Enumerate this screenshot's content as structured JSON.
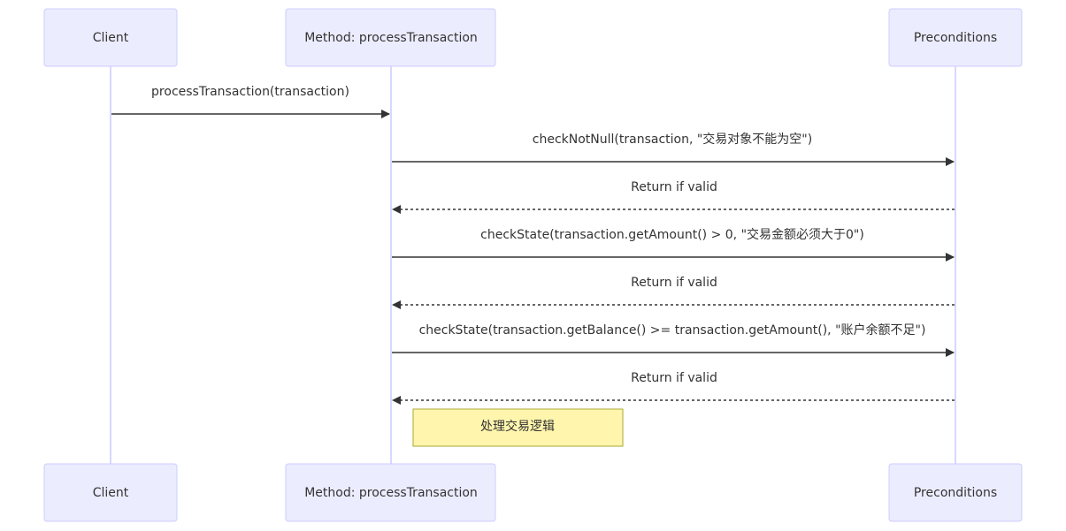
{
  "participants": [
    {
      "id": "client",
      "label": "Client"
    },
    {
      "id": "method",
      "label": "Method: processTransaction"
    },
    {
      "id": "preconditions",
      "label": "Preconditions"
    }
  ],
  "messages": [
    {
      "from": "client",
      "to": "method",
      "label": "processTransaction(transaction)",
      "style": "solid"
    },
    {
      "from": "method",
      "to": "preconditions",
      "label": "checkNotNull(transaction, \"交易对象不能为空\")",
      "style": "solid"
    },
    {
      "from": "preconditions",
      "to": "method",
      "label": "Return if valid",
      "style": "dashed"
    },
    {
      "from": "method",
      "to": "preconditions",
      "label": "checkState(transaction.getAmount() > 0, \"交易金额必须大于0\")",
      "style": "solid"
    },
    {
      "from": "preconditions",
      "to": "method",
      "label": "Return if valid",
      "style": "dashed"
    },
    {
      "from": "method",
      "to": "preconditions",
      "label": "checkState(transaction.getBalance() >= transaction.getAmount(), \"账户余额不足\")",
      "style": "solid"
    },
    {
      "from": "preconditions",
      "to": "method",
      "label": "Return if valid",
      "style": "dashed"
    }
  ],
  "note": {
    "over": "method",
    "text": "处理交易逻辑"
  },
  "colors": {
    "actor_fill": "#ECECFF",
    "actor_border": "#CCCCFF",
    "lifeline": "#CCCCFF",
    "line": "#333333",
    "note_fill": "#FFF5AD",
    "note_border": "#AAAA33"
  }
}
